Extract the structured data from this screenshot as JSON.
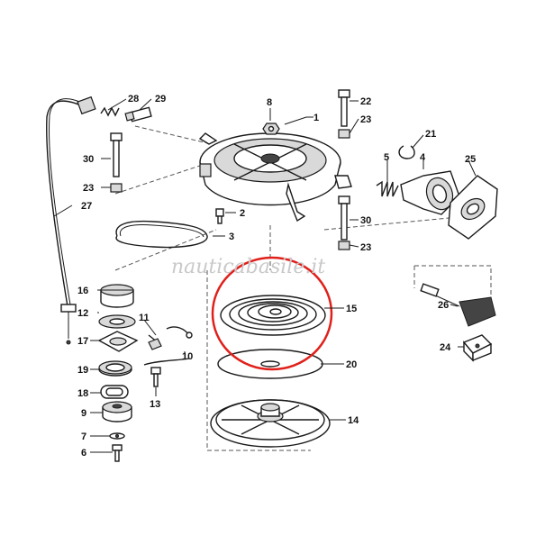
{
  "watermark": "nauticabasile.it",
  "highlight_color": "#e0201b",
  "labels": {
    "p1": "1",
    "p2": "2",
    "p3": "3",
    "p4": "4",
    "p5": "5",
    "p6": "6",
    "p7": "7",
    "p8": "8",
    "p9": "9",
    "p10": "10",
    "p11": "11",
    "p12": "12",
    "p13": "13",
    "p14": "14",
    "p15": "15",
    "p16": "16",
    "p17": "17",
    "p18": "18",
    "p19": "19",
    "p20": "20",
    "p21": "21",
    "p22": "22",
    "p23a": "23",
    "p23b": "23",
    "p23c": "23",
    "p24": "24",
    "p25": "25",
    "p26": "26",
    "p27": "27",
    "p28": "28",
    "p29": "29",
    "p30a": "30",
    "p30b": "30"
  }
}
